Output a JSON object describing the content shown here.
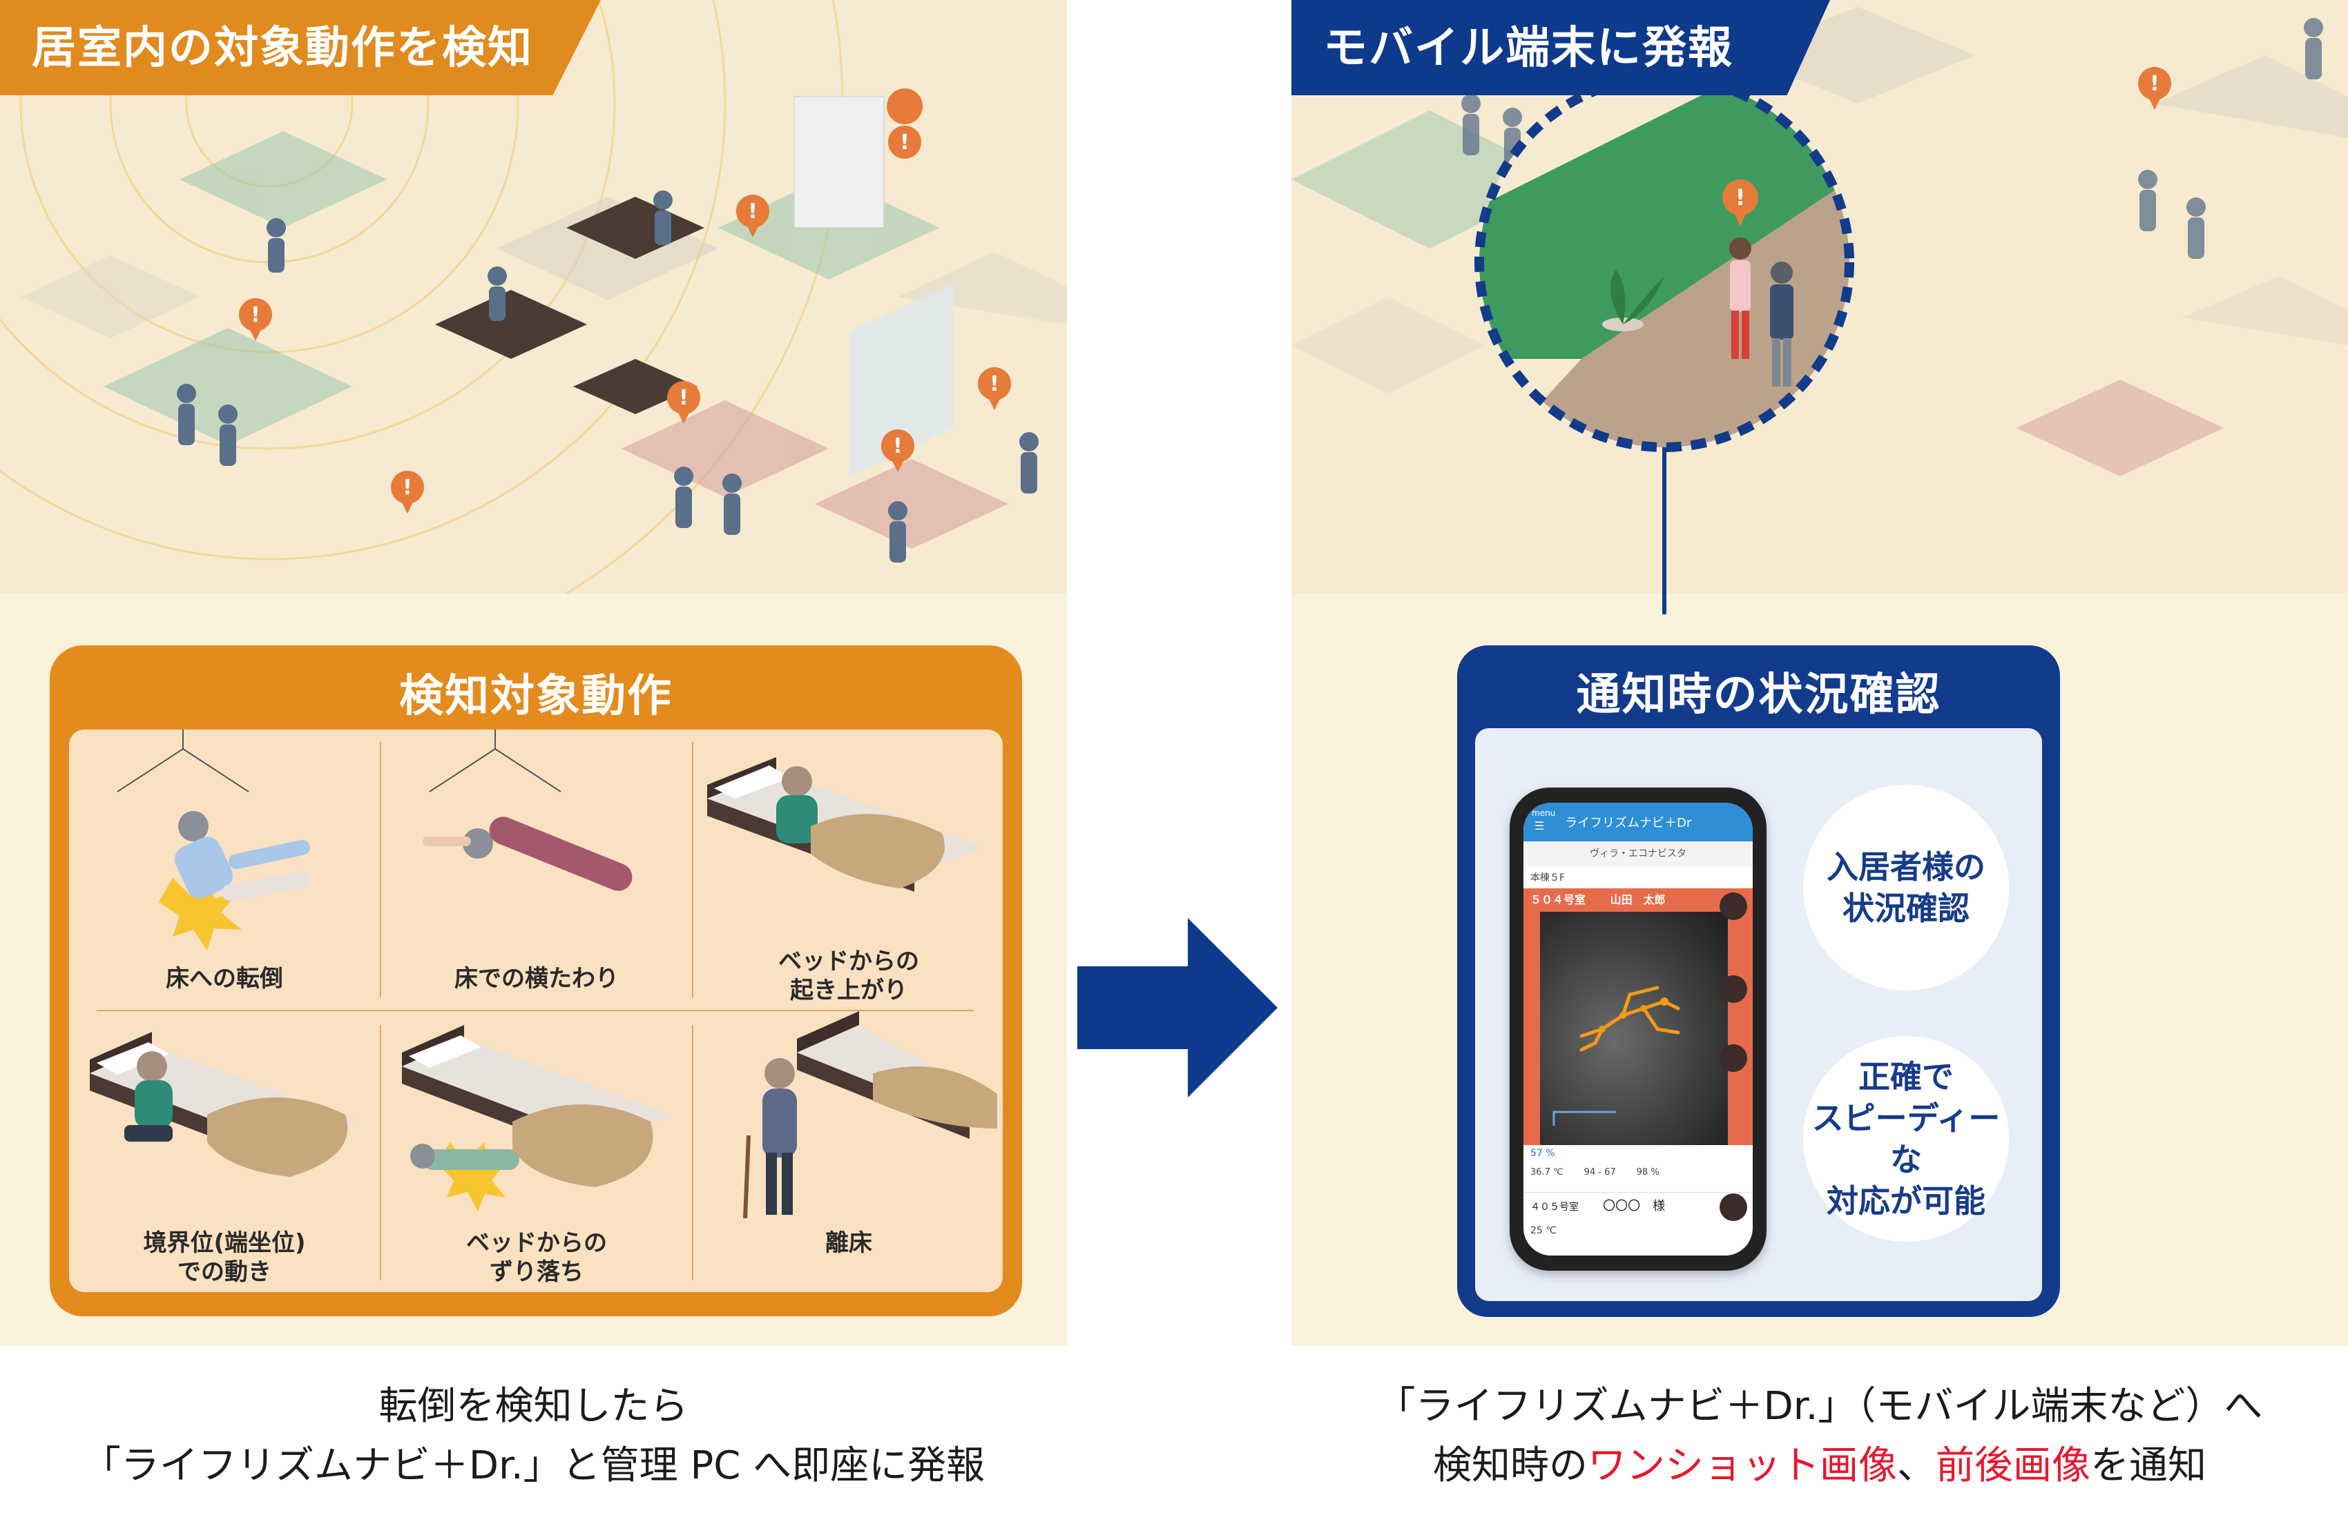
{
  "left": {
    "banner": "居室内の対象動作を検知",
    "box_title": "検知対象動作",
    "actions": [
      {
        "label": "床への転倒"
      },
      {
        "label": "床での横たわり"
      },
      {
        "label": "ベッドからの\n起き上がり"
      },
      {
        "label": "境界位(端坐位)\nでの動き"
      },
      {
        "label": "ベッドからの\nずり落ち"
      },
      {
        "label": "離床"
      }
    ],
    "caption_line1": "転倒を検知したら",
    "caption_line2": "「ライフリズムナビ＋Dr.」と管理 PC へ即座に発報"
  },
  "right": {
    "banner": "モバイル端末に発報",
    "box_title": "通知時の状況確認",
    "bubble_top": "入居者様の\n状況確認",
    "bubble_bottom": "正確で\nスピーディーな\n対応が可能",
    "phone": {
      "app_name": "ライフリズムナビ＋Dr",
      "menu": "menu",
      "facility": "ヴィラ・エコナビスタ",
      "floor": "本棟５F",
      "room1": "５０４号室",
      "resident1": "山田　太郎",
      "humidity": "57 %",
      "temp": "36.7 ℃",
      "pulse": "94 - 67",
      "spo2": "98 %",
      "room2": "４０５号室",
      "resident2": "〇〇〇　様",
      "room_temp": "25 ℃"
    },
    "caption_line1": "「ライフリズムナビ＋Dr.」（モバイル端末など）へ",
    "caption_line2_a": "検知時の",
    "caption_line2_b": "ワンショット画像",
    "caption_line2_c": "、",
    "caption_line2_d": "前後画像",
    "caption_line2_e": "を通知"
  },
  "colors": {
    "orange": "#e48b1d",
    "navy": "#123b8c",
    "cream": "#fbf2dc",
    "peach": "#fae1c2",
    "alert_red": "#e6182f"
  }
}
